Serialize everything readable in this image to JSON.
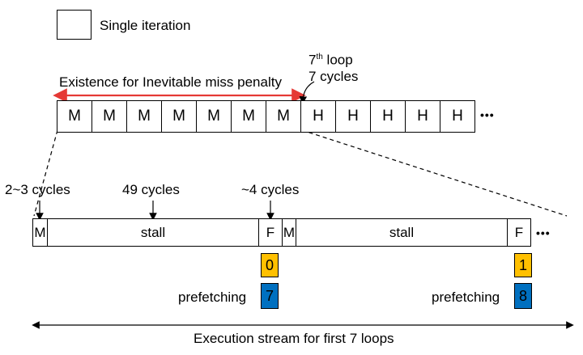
{
  "legend": {
    "label": "Single iteration"
  },
  "top": {
    "penalty_label": "Existence for Inevitable miss penalty",
    "loop_label": {
      "ordinal_num": "7",
      "ordinal_suffix": "th",
      "ordinal_word": "loop",
      "cycles": "7 cycles"
    },
    "cells": [
      "M",
      "M",
      "M",
      "M",
      "M",
      "M",
      "M",
      "H",
      "H",
      "H",
      "H",
      "H"
    ],
    "ellipsis": "•••"
  },
  "bottom": {
    "labels": {
      "first": "2~3 cycles",
      "stall": "49 cycles",
      "fetch": "~4 cycles"
    },
    "cells": [
      {
        "id": "m1",
        "text": "M"
      },
      {
        "id": "stall1",
        "text": "stall"
      },
      {
        "id": "f1",
        "text": "F"
      },
      {
        "id": "m2",
        "text": "M"
      },
      {
        "id": "stall2",
        "text": "stall"
      },
      {
        "id": "f2",
        "text": "F"
      }
    ],
    "ellipsis": "•••",
    "badges": [
      {
        "value": "0",
        "color": "#FFC000"
      },
      {
        "value": "7",
        "color": "#0070C0"
      },
      {
        "value": "1",
        "color": "#FFC000"
      },
      {
        "value": "8",
        "color": "#0070C0"
      }
    ],
    "prefetch_label": "prefetching",
    "stream_label": "Execution stream for first 7 loops"
  },
  "colors": {
    "penalty_arrow": "#E53935",
    "prefetch_a": "#FFC000",
    "prefetch_b": "#0070C0"
  }
}
